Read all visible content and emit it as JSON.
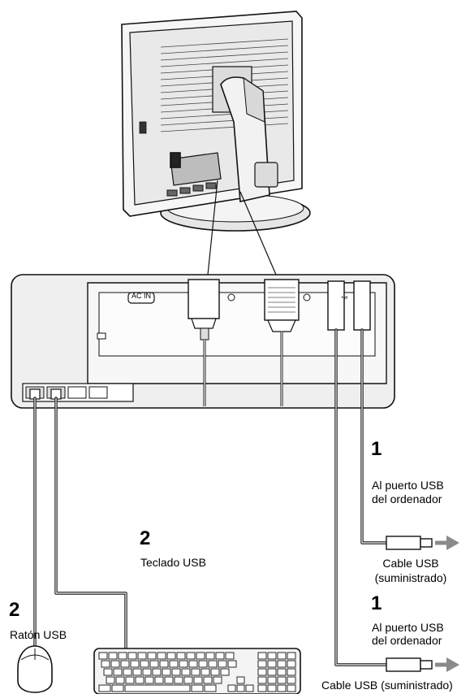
{
  "panel": {
    "ac_in_label": "AC IN"
  },
  "callouts": {
    "usb_top": {
      "step": "1",
      "dest_line1": "Al puerto USB",
      "dest_line2": "del ordenador",
      "cable_line1": "Cable USB",
      "cable_line2": "(suministrado)"
    },
    "usb_bottom": {
      "step": "1",
      "dest_line1": "Al puerto USB",
      "dest_line2": "del ordenador",
      "cable": "Cable USB (suministrado)"
    },
    "keyboard": {
      "step": "2",
      "label": "Teclado USB"
    },
    "mouse": {
      "step": "2",
      "label": "Ratón USB"
    }
  },
  "colors": {
    "line": "#111111",
    "panel_fill": "#eeeeee",
    "shade": "#bdbdbd",
    "arrow": "#8a8a8a"
  }
}
